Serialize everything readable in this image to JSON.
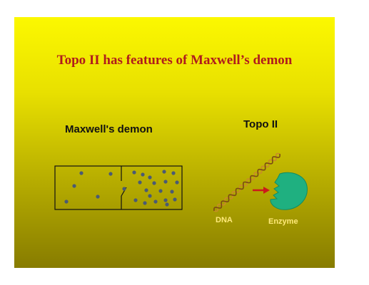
{
  "slide": {
    "title": "Topo II has features of Maxwell’s demon",
    "left_heading": "Maxwell's demon",
    "right_heading": "Topo II",
    "dna_label": "DNA",
    "enzyme_label": "Enzyme"
  },
  "colors": {
    "title": "#b01c1c",
    "heading": "#111111",
    "molecule": "#4a5a74",
    "enzyme": "#1fb080",
    "arrow": "#cc1a1a",
    "label": "#ffe97a"
  }
}
